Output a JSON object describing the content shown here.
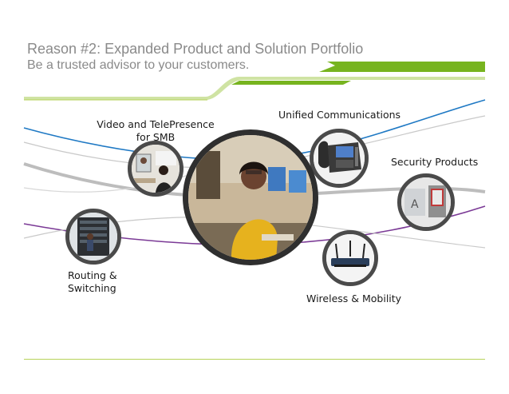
{
  "slide": {
    "title": "Reason #2:  Expanded Product and Solution Portfolio",
    "subtitle": "Be a trusted advisor to your customers."
  },
  "products": {
    "video": {
      "line1": "Video and TelePresence",
      "line2": "for SMB",
      "icon": "video-conference-photo"
    },
    "uc": {
      "label": "Unified Communications",
      "icon": "ip-phone-photo"
    },
    "security": {
      "label": "Security Products",
      "icon": "security-appliance-photo"
    },
    "routing": {
      "line1": "Routing &",
      "line2": "Switching",
      "icon": "network-rack-photo"
    },
    "wireless": {
      "label": "Wireless & Mobility",
      "icon": "wireless-access-point-photo"
    },
    "center": {
      "icon": "advisor-photo"
    }
  },
  "colors": {
    "accent_green": "#77b41f",
    "title_gray": "#8a8a8a",
    "ring_gray": "#3a3a3a",
    "curve_blue": "#1f79c4",
    "curve_purple": "#7b3a96"
  }
}
